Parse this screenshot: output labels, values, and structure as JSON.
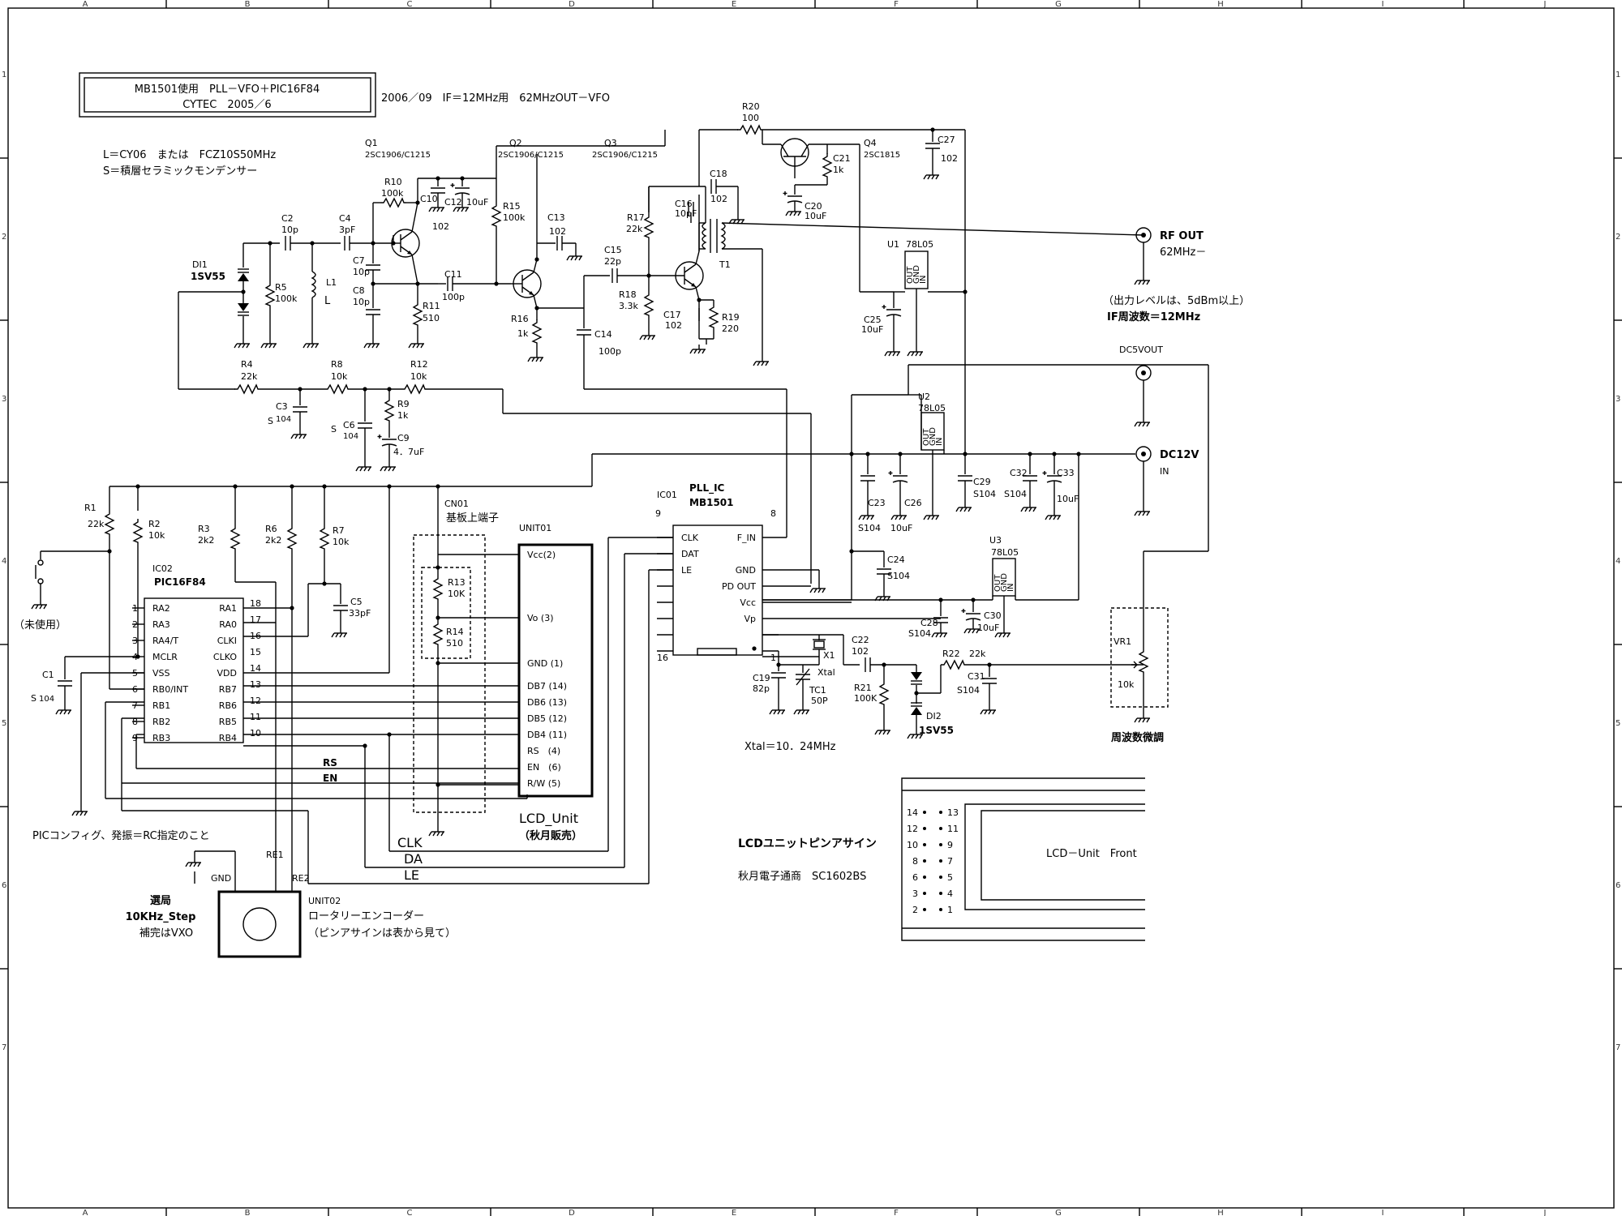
{
  "border": {
    "cols": [
      "A",
      "B",
      "C",
      "D",
      "E",
      "F",
      "G",
      "H",
      "I",
      "J"
    ],
    "rows": [
      "1",
      "2",
      "3",
      "4",
      "5",
      "6",
      "7"
    ]
  },
  "title": {
    "line1": "MB1501使用　PLL－VFO＋PIC16F84",
    "line2": "CYTEC　2005／6"
  },
  "notes": {
    "revision": "2006／09　IF＝12MHz用　62MHzOUT－VFO",
    "coil": "L＝CY06　または　FCZ10S50MHz",
    "cap": "S＝積層セラミックモンデンサー",
    "pic_config": "PICコンフィグ、発振＝RC指定のこと",
    "xtal": "Xtal＝10．24MHz"
  },
  "labels": {
    "q1": "Q1",
    "q1_part": "2SC1906/C1215",
    "q2": "Q2",
    "q2_part": "2SC1906/C1215",
    "q3": "Q3",
    "q3_part": "2SC1906/C1215",
    "q4": "Q4",
    "q4_part": "2SC1815",
    "r20": "R20",
    "r20v": "100",
    "c27": "C27",
    "c27v": "102",
    "c21": "C21",
    "c21v": "1k",
    "c20": "C20",
    "c20v": "10uF",
    "r10": "R10",
    "r10v": "100k",
    "c10": "C10",
    "c10v": "102",
    "c12": "C12",
    "c12v": "10uF",
    "r15": "R15",
    "r15v": "100k",
    "c13": "C13",
    "c13v": "102",
    "c18": "C18",
    "c18v": "102",
    "c16": "C16",
    "c16v": "10pF",
    "r17": "R17",
    "r17v": "22k",
    "c2": "C2",
    "c2v": "10p",
    "c4": "C4",
    "c4v": "3pF",
    "c7": "C7",
    "c7v": "10p",
    "c8": "C8",
    "c8v": "10p",
    "c11": "C11",
    "c11v": "100p",
    "c15": "C15",
    "c15v": "22p",
    "d1": "DI1",
    "d1v": "1SV55",
    "r5": "R5",
    "r5v": "100k",
    "l1": "L1",
    "l1v": "L",
    "r11": "R11",
    "r11v": "510",
    "r16": "R16",
    "r16v": "1k",
    "r18": "R18",
    "r18v": "3.3k",
    "c17": "C17",
    "c17v": "102",
    "r19": "R19",
    "r19v": "220",
    "c14": "C14",
    "c14v": "100p",
    "t1": "T1",
    "u1": "U1",
    "u1v": "78L05",
    "c25": "C25",
    "c25v": "10uF",
    "rf_out": "RF OUT",
    "rf_freq": "62MHz－",
    "out_level": "（出力レベルは、5dBm以上）",
    "if_freq": "IF周波数＝12MHz",
    "dc5v": "DC5VOUT",
    "r4": "R4",
    "r4v": "22k",
    "r8": "R8",
    "r8v": "10k",
    "r12": "R12",
    "r12v": "10k",
    "c3": "C3",
    "c3v": "104",
    "c6": "C6",
    "c6v": "104",
    "r9": "R9",
    "r9v": "1k",
    "c9": "C9",
    "c9v": "4．7uF",
    "s": "S",
    "u2": "U2",
    "u2v": "78L05",
    "dc12v": "DC12V",
    "dc12v_in": "IN",
    "c23": "C23",
    "c23v": "S104",
    "c26": "C26",
    "c26v": "10uF",
    "c29": "C29",
    "c29v": "S104",
    "c32": "C32",
    "c32v": "S104",
    "c33": "C33",
    "c33v": "10uF",
    "c24": "C24",
    "c24v": "S104",
    "u3": "U3",
    "u3v": "78L05",
    "c28": "C28",
    "c28v": "S104",
    "c30": "C30",
    "c30v": "10uF",
    "r1": "R1",
    "r1v": "22k",
    "r2": "R2",
    "r2v": "10k",
    "r3": "R3",
    "r3v": "2k2",
    "r6": "R6",
    "r6v": "2k2",
    "r7": "R7",
    "r7v": "10k",
    "c5": "C5",
    "c5v": "33pF",
    "c1": "C1",
    "c1v": "104",
    "unused": "（未使用）",
    "ic02": "IC02",
    "ic02_part": "PIC16F84",
    "cn01": "CN01",
    "cn01_desc": "基板上端子",
    "r13": "R13",
    "r13v": "10K",
    "r14": "R14",
    "r14v": "510",
    "unit01": "UNIT01",
    "lcd_unit": "LCD_Unit",
    "lcd_vendor": "（秋月販売）",
    "rs": "RS",
    "en": "EN",
    "clk": "CLK",
    "da": "DA",
    "le": "LE",
    "ic01": "IC01",
    "ic01_name": "PLL_IC",
    "ic01_part": "MB1501",
    "pin9": "9",
    "pin8": "8",
    "pin1": "1",
    "pin16": "16",
    "c19": "C19",
    "c19v": "82p",
    "tc1": "TC1",
    "tc1v": "50P",
    "x1": "X1",
    "x1v": "Xtal",
    "c22": "C22",
    "c22v": "102",
    "r21": "R21",
    "r21v": "100K",
    "d2": "DI2",
    "d2v": "1SV55",
    "r22": "R22",
    "r22v": "22k",
    "c31": "C31",
    "c31v": "S104",
    "vr1": "VR1",
    "vr1v": "10k",
    "vr1_desc": "周波数微調",
    "gnd": "GND",
    "re1": "RE1",
    "re2": "RE2",
    "unit02": "UNIT02",
    "encoder": "ロータリーエンコーダー",
    "encoder_note": "（ピンアサインは表から見て）",
    "step_title": "選局",
    "step": "10KHz_Step",
    "step_note": "補完はVXO",
    "lcd_pin_title": "LCDユニットピンアサイン",
    "lcd_model": "秋月電子通商　SC1602BS",
    "lcd_front": "LCD－Unit　Front",
    "out": "OUT",
    "gnd_s": "GND",
    "in": "IN"
  },
  "pic_pins_left": [
    {
      "num": "1",
      "name": "RA2"
    },
    {
      "num": "2",
      "name": "RA3"
    },
    {
      "num": "3",
      "name": "RA4/T"
    },
    {
      "num": "4",
      "name": "MCLR"
    },
    {
      "num": "5",
      "name": "VSS"
    },
    {
      "num": "6",
      "name": "RB0/INT"
    },
    {
      "num": "7",
      "name": "RB1"
    },
    {
      "num": "8",
      "name": "RB2"
    },
    {
      "num": "9",
      "name": "RB3"
    }
  ],
  "pic_pins_right": [
    {
      "num": "18",
      "name": "RA1"
    },
    {
      "num": "17",
      "name": "RA0"
    },
    {
      "num": "16",
      "name": "CLKI"
    },
    {
      "num": "15",
      "name": "CLKO"
    },
    {
      "num": "14",
      "name": "VDD"
    },
    {
      "num": "13",
      "name": "RB7"
    },
    {
      "num": "12",
      "name": "RB6"
    },
    {
      "num": "11",
      "name": "RB5"
    },
    {
      "num": "10",
      "name": "RB4"
    }
  ],
  "lcd_pins": [
    "Vcc(2)",
    "Vo (3)",
    "GND (1)",
    "DB7 (14)",
    "DB6 (13)",
    "DB5 (12)",
    "DB4 (11)",
    "RS　(4)",
    "EN　(6)",
    "R/W (5)"
  ],
  "pll_pins_left": [
    "CLK",
    "DAT",
    "LE"
  ],
  "pll_pins_right": [
    "F_IN",
    "GND",
    "PD OUT",
    "Vcc",
    "Vp"
  ],
  "lcd_pin_rows": [
    [
      "14",
      "13"
    ],
    [
      "12",
      "11"
    ],
    [
      "10",
      "9"
    ],
    [
      "8",
      "7"
    ],
    [
      "6",
      "5"
    ],
    [
      "3",
      "4"
    ],
    [
      "2",
      "1"
    ]
  ]
}
